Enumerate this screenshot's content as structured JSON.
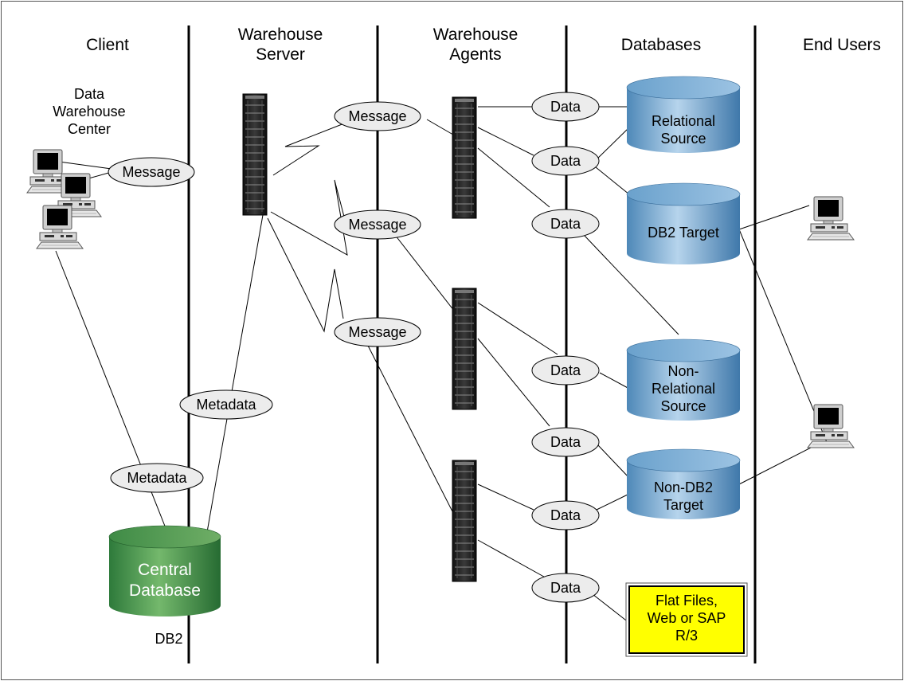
{
  "columns": {
    "client": [
      "Client"
    ],
    "server": [
      "Warehouse",
      "Server"
    ],
    "agents": [
      "Warehouse",
      "Agents"
    ],
    "databases": [
      "Databases"
    ],
    "end_users": [
      "End Users"
    ]
  },
  "client_caption": [
    "Data",
    "Warehouse",
    "Center"
  ],
  "messages": {
    "m1": "Message",
    "m2": "Message",
    "m3": "Message",
    "m4": "Message"
  },
  "metadata": {
    "md1": "Metadata",
    "md2": "Metadata"
  },
  "data_labels": {
    "d1": "Data",
    "d2": "Data",
    "d3": "Data",
    "d4": "Data",
    "d5": "Data",
    "d6": "Data",
    "d7": "Data"
  },
  "databases": {
    "relational_source": [
      "Relational",
      "Source"
    ],
    "db2_target": [
      "DB2 Target"
    ],
    "non_relational_source": [
      "Non-",
      "Relational",
      "Source"
    ],
    "non_db2_target": [
      "Non-DB2",
      "Target"
    ]
  },
  "central_db": [
    "Central",
    "Database"
  ],
  "central_db_caption": "DB2",
  "flat_files": [
    "Flat Files,",
    "Web or SAP",
    "R/3"
  ],
  "icons": [
    "server-rack-icon",
    "desktop-computer-icon",
    "database-cylinder-icon"
  ],
  "colors": {
    "blue_cylinder_light": "#a9cbe6",
    "blue_cylinder_dark": "#4a86b8",
    "green_cylinder_light": "#7dbb74",
    "green_cylinder_dark": "#2f7d3d",
    "flat_files_fill": "#ffff00",
    "ellipse_fill": "#ececec"
  }
}
